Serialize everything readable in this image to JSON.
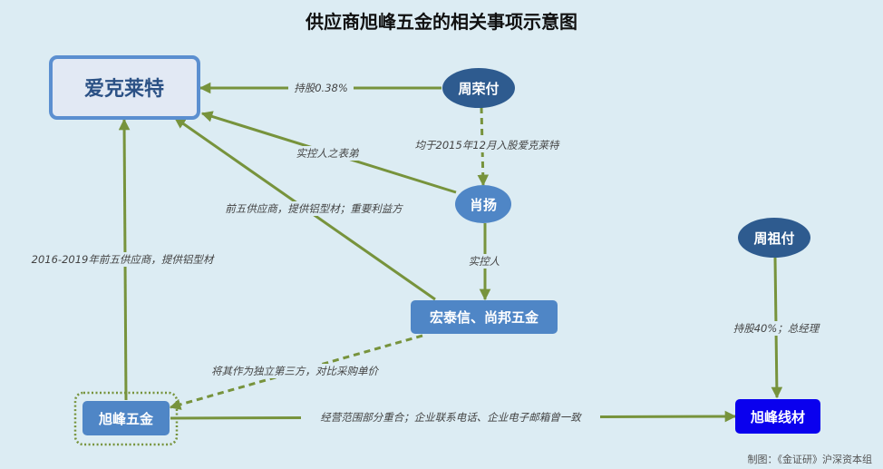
{
  "title": "供应商旭峰五金的相关事项示意图",
  "footer": "制图：《金证研》沪深资本组",
  "nodes": {
    "aikelaite": "爱克莱特",
    "zhourongfu": "周荣付",
    "xiaoyang": "肖扬",
    "zhouzufu": "周祖付",
    "hongtaixin": "宏泰信、尚邦五金",
    "xufengwujin": "旭峰五金",
    "xufengxiancai": "旭峰线材"
  },
  "edges": {
    "zrf_to_akl": "持股0.38%",
    "zrf_to_xy": "均于2015年12月入股爱克莱特",
    "xy_to_akl": "实控人之表弟",
    "htx_to_akl": "前五供应商，提供铝型材；重要利益方",
    "xy_to_htx": "实控人",
    "xfwj_to_akl": "2016-2019年前五供应商，提供铝型材",
    "htx_to_xfwj": "将其作为独立第三方，对比采购单价",
    "xfwj_to_xfxc": "经营范围部分重合；企业联系电话、企业电子邮箱曾一致",
    "zzf_to_xfxc": "持股40%；总经理"
  },
  "colors": {
    "background": "#dcecf3",
    "edge": "#77933c",
    "node_dark": "#2e5b8f",
    "node_mid": "#4f86c6",
    "node_blue": "#0a00ee",
    "main_fill": "#e2e9f4",
    "main_border": "#5b8fd0",
    "main_text": "#2b5185"
  }
}
